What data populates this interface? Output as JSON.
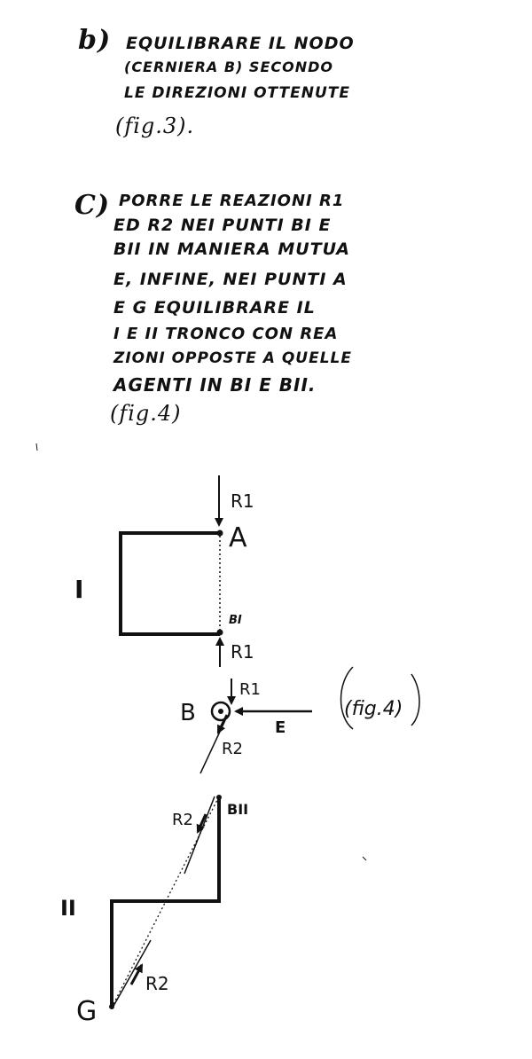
{
  "section_b": {
    "marker": "b)",
    "lines": [
      "EQUILIBRARE IL NODO",
      "(CERNIERA B) SECONDO",
      "LE DIREZIONI OTTENUTE"
    ],
    "figure_ref": "(fig.3)."
  },
  "section_c": {
    "marker": "C)",
    "lines": [
      "PORRE LE REAZIONI R1",
      "ED R2 NEI PUNTI BI E",
      "BII IN MANIERA MUTUA",
      "E, INFINE, NEI PUNTI A",
      "E G EQUILIBRARE IL",
      "I E II TRONCO CON REA",
      "ZIONI OPPOSTE A QUELLE",
      "AGENTI IN BI E BII."
    ],
    "figure_ref": "(fig.4)"
  },
  "figure": {
    "label_I": "I",
    "label_II": "II",
    "label_A": "A",
    "label_BI": "BI",
    "label_BII": "BII",
    "label_B": "B",
    "label_G": "G",
    "label_R1_top": "R1",
    "label_R1_bottom": "R1",
    "label_R1_node": "R1",
    "label_R2_node": "R2",
    "label_R2_upper": "R2",
    "label_R2_lower": "R2",
    "label_E": "E",
    "caption": "(fig.4)"
  },
  "colors": {
    "ink": "#111111",
    "paper": "#ffffff"
  }
}
